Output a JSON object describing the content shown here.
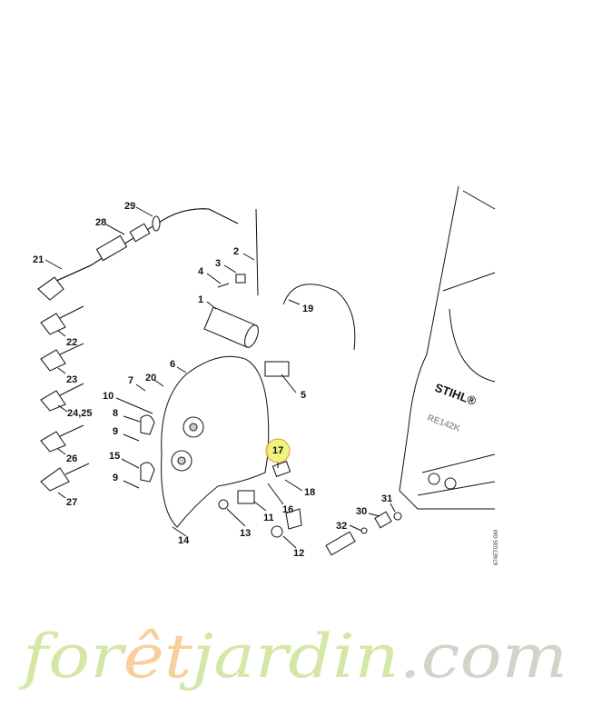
{
  "diagram": {
    "brand_label": "STIHL®",
    "model_label": "RE142K",
    "drawing_code": "674ET035 GM",
    "highlighted_part": "17",
    "highlight_color": "#e8f000",
    "part_labels": [
      "29",
      "28",
      "21",
      "2",
      "3",
      "4",
      "1",
      "19",
      "22",
      "23",
      "6",
      "20",
      "7",
      "10",
      "5",
      "24,25",
      "8",
      "9",
      "17",
      "26",
      "15",
      "9",
      "18",
      "16",
      "27",
      "11",
      "13",
      "14",
      "12",
      "30",
      "31",
      "32"
    ]
  },
  "watermark": {
    "part1": "for",
    "part2": "êt",
    "part3": "jardin",
    "part4": ".com",
    "colors": {
      "green": "#c8e08a",
      "orange": "#f5c07a",
      "gray": "#c9c2b8"
    }
  }
}
